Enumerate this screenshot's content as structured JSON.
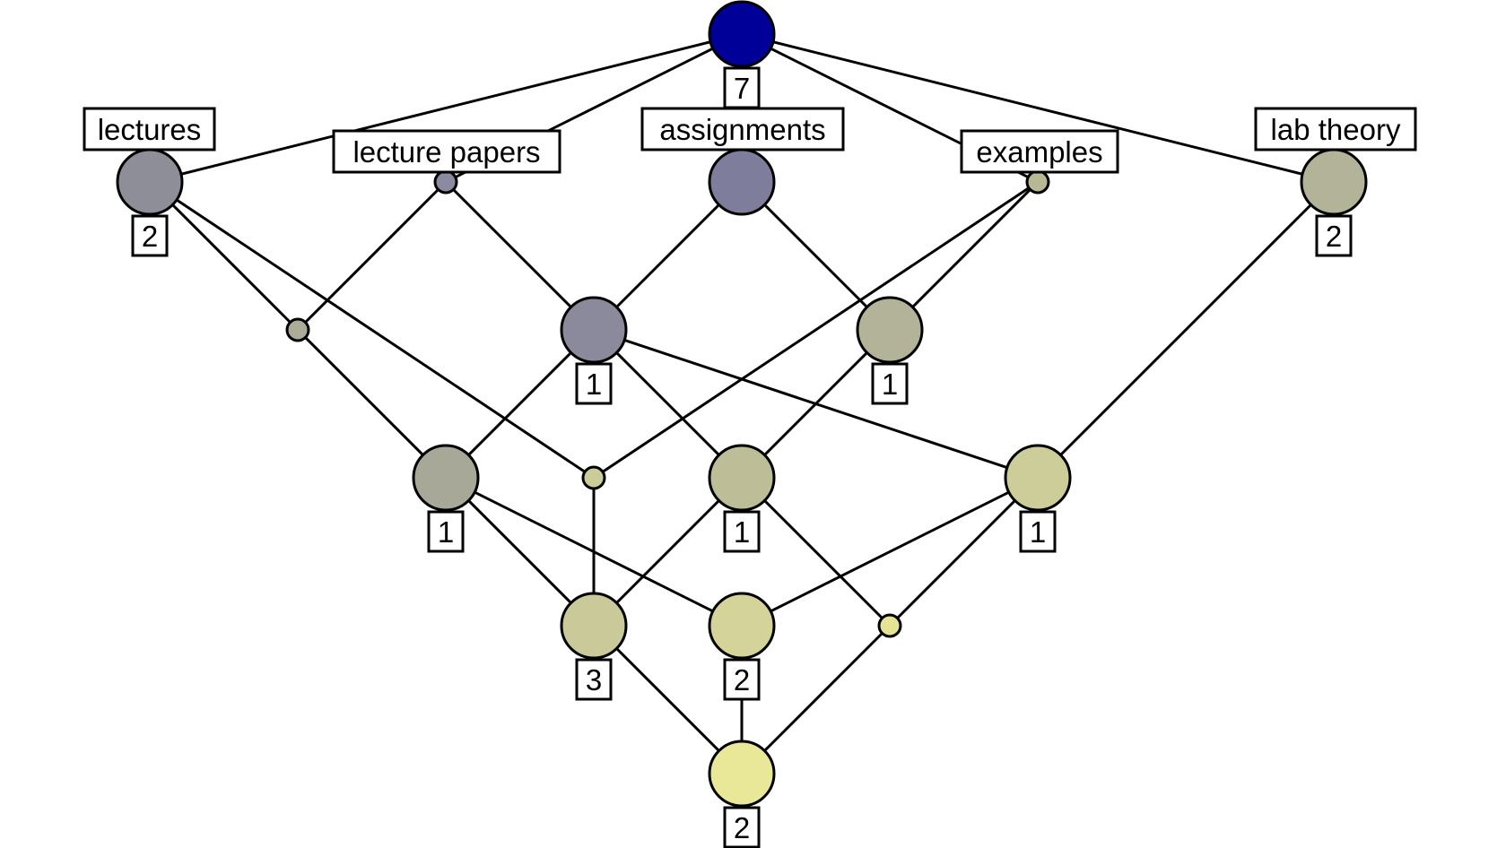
{
  "diagram": {
    "type": "concept-lattice",
    "attribute_labels": [
      {
        "id": "lectures",
        "text": "lectures"
      },
      {
        "id": "lecture-papers",
        "text": "lecture papers"
      },
      {
        "id": "assignments",
        "text": "assignments"
      },
      {
        "id": "examples",
        "text": "examples"
      },
      {
        "id": "lab-theory",
        "text": "lab theory"
      }
    ],
    "nodes": [
      {
        "id": "top",
        "fill": "#000099",
        "size": "large",
        "count": "7"
      },
      {
        "id": "lectures",
        "fill": "#8e8e98",
        "size": "large",
        "count": "2"
      },
      {
        "id": "lecture-papers",
        "fill": "#8a8aa0",
        "size": "small",
        "count": ""
      },
      {
        "id": "assignments",
        "fill": "#7e7e9c",
        "size": "large",
        "count": ""
      },
      {
        "id": "examples",
        "fill": "#b8b894",
        "size": "small",
        "count": ""
      },
      {
        "id": "lab-theory",
        "fill": "#b3b39a",
        "size": "large",
        "count": "2"
      },
      {
        "id": "n-lect-lp",
        "fill": "#acac98",
        "size": "small",
        "count": ""
      },
      {
        "id": "n-lp-assign",
        "fill": "#8a8a9c",
        "size": "large",
        "count": "1"
      },
      {
        "id": "n-assign-ex",
        "fill": "#b3b39a",
        "size": "large",
        "count": "1"
      },
      {
        "id": "n-row3-a",
        "fill": "#a8a898",
        "size": "large",
        "count": "1"
      },
      {
        "id": "n-row3-b",
        "fill": "#cccc99",
        "size": "small",
        "count": ""
      },
      {
        "id": "n-row3-c",
        "fill": "#bdbd98",
        "size": "large",
        "count": "1"
      },
      {
        "id": "n-row3-d",
        "fill": "#cdcd9a",
        "size": "large",
        "count": "1"
      },
      {
        "id": "n-row4-a",
        "fill": "#c9c99a",
        "size": "large",
        "count": "3"
      },
      {
        "id": "n-row4-b",
        "fill": "#d4d49a",
        "size": "large",
        "count": "2"
      },
      {
        "id": "n-row4-c",
        "fill": "#e4e494",
        "size": "small",
        "count": ""
      },
      {
        "id": "bottom",
        "fill": "#e8e898",
        "size": "large",
        "count": "2"
      }
    ],
    "edges": [
      [
        "top",
        "lectures"
      ],
      [
        "top",
        "lecture-papers"
      ],
      [
        "top",
        "assignments"
      ],
      [
        "top",
        "examples"
      ],
      [
        "top",
        "lab-theory"
      ],
      [
        "lectures",
        "n-lect-lp"
      ],
      [
        "lecture-papers",
        "n-lect-lp"
      ],
      [
        "lectures",
        "n-row3-b"
      ],
      [
        "lecture-papers",
        "n-lp-assign"
      ],
      [
        "assignments",
        "n-lp-assign"
      ],
      [
        "assignments",
        "n-assign-ex"
      ],
      [
        "examples",
        "n-assign-ex"
      ],
      [
        "examples",
        "n-row3-b"
      ],
      [
        "lab-theory",
        "n-row3-d"
      ],
      [
        "n-lect-lp",
        "n-row3-a"
      ],
      [
        "n-lp-assign",
        "n-row3-a"
      ],
      [
        "n-lp-assign",
        "n-row3-c"
      ],
      [
        "n-assign-ex",
        "n-row3-c"
      ],
      [
        "n-lp-assign",
        "n-row3-d"
      ],
      [
        "n-row3-a",
        "n-row4-a"
      ],
      [
        "n-row3-b",
        "n-row4-a"
      ],
      [
        "n-row3-c",
        "n-row4-a"
      ],
      [
        "n-row3-a",
        "n-row4-b"
      ],
      [
        "n-row3-d",
        "n-row4-b"
      ],
      [
        "n-row3-c",
        "n-row4-c"
      ],
      [
        "n-row3-d",
        "n-row4-c"
      ],
      [
        "n-row4-a",
        "bottom"
      ],
      [
        "n-row4-b",
        "bottom"
      ],
      [
        "n-row4-c",
        "bottom"
      ]
    ]
  }
}
